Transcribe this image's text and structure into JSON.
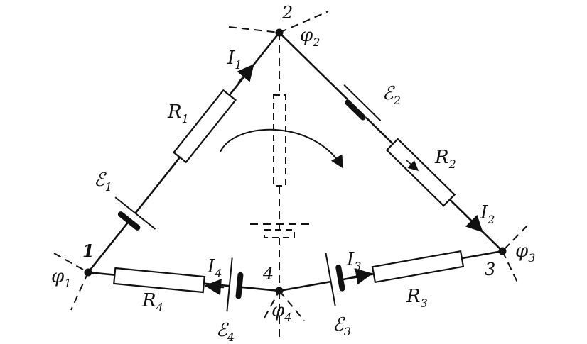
{
  "nodes": {
    "n1": {
      "number": "1",
      "potential_sym": "φ",
      "potential_sub": "1"
    },
    "n2": {
      "number": "2",
      "potential_sym": "φ",
      "potential_sub": "2"
    },
    "n3": {
      "number": "3",
      "potential_sym": "φ",
      "potential_sub": "3"
    },
    "n4": {
      "number": "4",
      "potential_sym": "φ",
      "potential_sub": "4"
    }
  },
  "resistors": {
    "r1": {
      "sym": "R",
      "sub": "1"
    },
    "r2": {
      "sym": "R",
      "sub": "2"
    },
    "r3": {
      "sym": "R",
      "sub": "3"
    },
    "r4": {
      "sym": "R",
      "sub": "4"
    }
  },
  "emfs": {
    "e1": {
      "sym": "ℰ",
      "sub": "1"
    },
    "e2": {
      "sym": "ℰ",
      "sub": "2"
    },
    "e3": {
      "sym": "ℰ",
      "sub": "3"
    },
    "e4": {
      "sym": "ℰ",
      "sub": "4"
    }
  },
  "currents": {
    "i1": {
      "sym": "I",
      "sub": "1"
    },
    "i2": {
      "sym": "I",
      "sub": "2"
    },
    "i3": {
      "sym": "I",
      "sub": "3"
    },
    "i4": {
      "sym": "I",
      "sub": "4"
    }
  }
}
